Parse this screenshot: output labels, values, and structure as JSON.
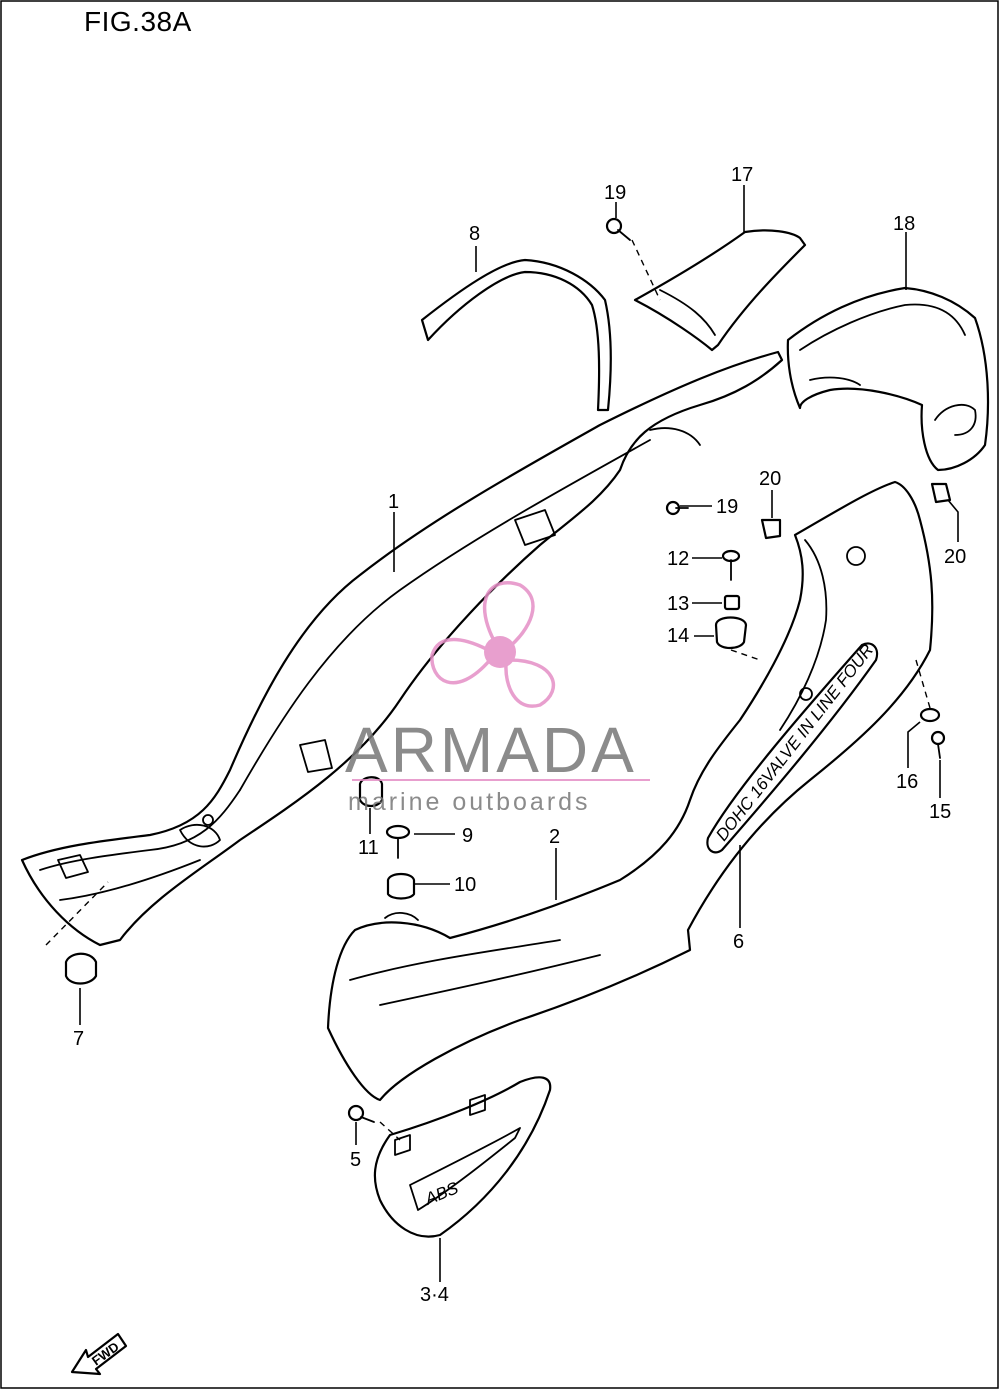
{
  "figure": {
    "title": "FIG.38A"
  },
  "callouts": [
    {
      "id": "c1",
      "label": "1"
    },
    {
      "id": "c2",
      "label": "2"
    },
    {
      "id": "c34",
      "label": "3·4"
    },
    {
      "id": "c5",
      "label": "5"
    },
    {
      "id": "c6",
      "label": "6"
    },
    {
      "id": "c7",
      "label": "7"
    },
    {
      "id": "c8",
      "label": "8"
    },
    {
      "id": "c9",
      "label": "9"
    },
    {
      "id": "c10",
      "label": "10"
    },
    {
      "id": "c11",
      "label": "11"
    },
    {
      "id": "c12",
      "label": "12"
    },
    {
      "id": "c13",
      "label": "13"
    },
    {
      "id": "c14",
      "label": "14"
    },
    {
      "id": "c15",
      "label": "15"
    },
    {
      "id": "c16",
      "label": "16"
    },
    {
      "id": "c17",
      "label": "17"
    },
    {
      "id": "c18",
      "label": "18"
    },
    {
      "id": "c19a",
      "label": "19"
    },
    {
      "id": "c19b",
      "label": "19"
    },
    {
      "id": "c20a",
      "label": "20"
    },
    {
      "id": "c20b",
      "label": "20"
    }
  ],
  "emblems": {
    "tail_emblem": "DOHC 16VALVE IN LINE FOUR",
    "side_emblem": "ABS"
  },
  "watermark": {
    "brand": "ARMADA",
    "tagline": "marine outboards",
    "accent_color": "#e58fc6",
    "text_color": "#777777"
  },
  "direction_marker": {
    "label": "FWD"
  }
}
